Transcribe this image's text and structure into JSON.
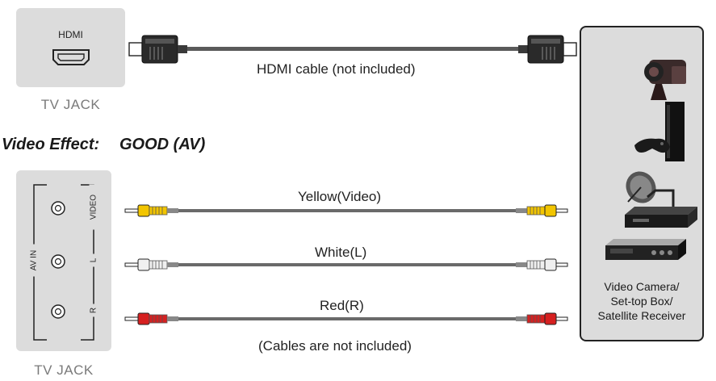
{
  "hdmi_section": {
    "port_label": "HDMI",
    "jack_label": "TV JACK",
    "cable_label": "HDMI cable (not included)"
  },
  "video_effect": {
    "label": "Video Effect:",
    "value": "GOOD (AV)"
  },
  "av_section": {
    "group_label": "AV IN",
    "ports": [
      {
        "label": "VIDEO"
      },
      {
        "label": "L"
      },
      {
        "label": "R"
      }
    ],
    "jack_label": "TV JACK",
    "cables": [
      {
        "label": "Yellow(Video)",
        "color": "#f2c500"
      },
      {
        "label": "White(L)",
        "color": "#f0f0f0"
      },
      {
        "label": "Red(R)",
        "color": "#d62020"
      }
    ],
    "note": "(Cables are not included)"
  },
  "device_box": {
    "label_lines": [
      "Video Camera/",
      "Set-top Box/",
      "Satellite Receiver"
    ],
    "icons": [
      "video-camera-icon",
      "game-console-icon",
      "satellite-dish-icon",
      "dvd-player-icon"
    ]
  }
}
